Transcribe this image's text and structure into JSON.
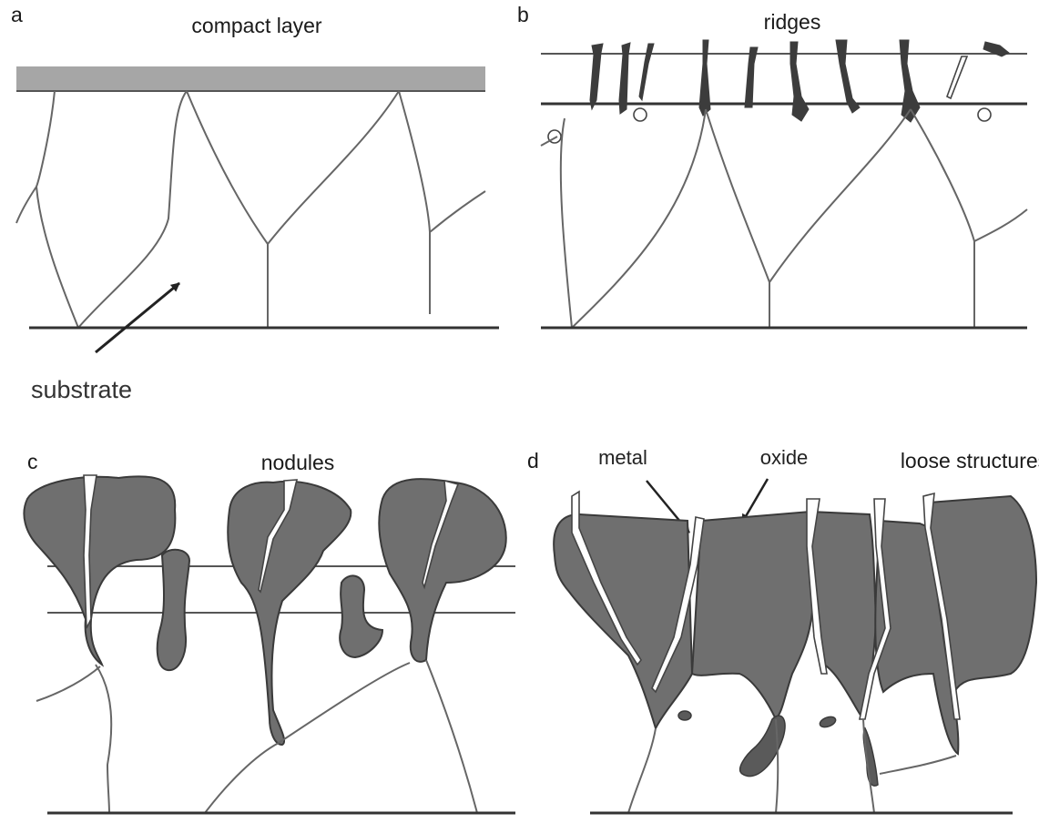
{
  "panels": {
    "a": {
      "letter": "a",
      "title": "compact layer",
      "callout": "substrate"
    },
    "b": {
      "letter": "b",
      "title": "ridges"
    },
    "c": {
      "letter": "c",
      "title": "nodules"
    },
    "d": {
      "letter": "d",
      "title": "loose structures",
      "callouts": {
        "metal": "metal",
        "oxide": "oxide"
      }
    }
  },
  "colors": {
    "oxide": "#6f6f6f",
    "compact_layer": "#a6a6a6",
    "line": "#333333"
  }
}
